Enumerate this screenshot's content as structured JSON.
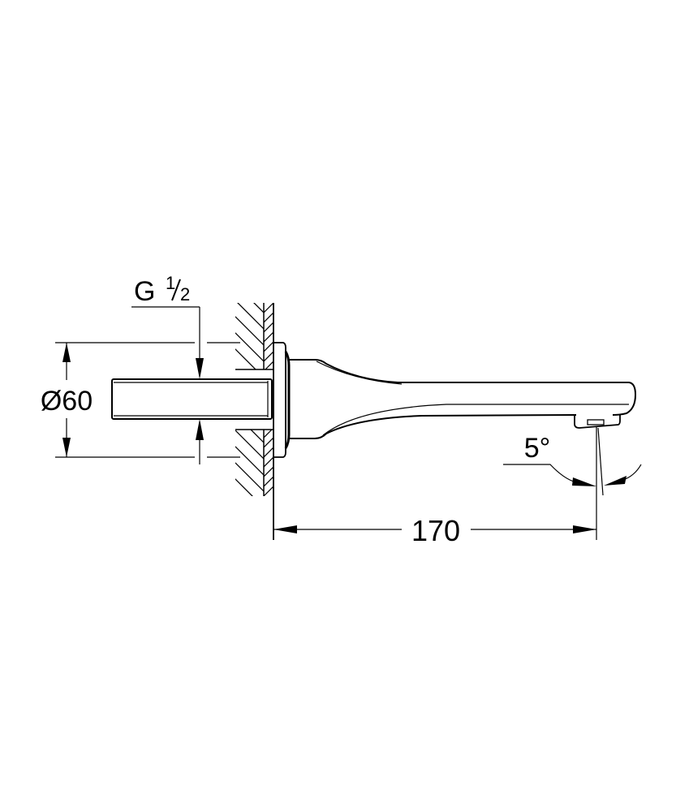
{
  "drawing": {
    "type": "technical-dimension-drawing",
    "subject": "wall-mounted bath spout",
    "colors": {
      "line": "#000000",
      "background": "#ffffff"
    },
    "dimensions": {
      "flange_diameter": {
        "symbol": "Ø",
        "value": "60",
        "label": "Ø60"
      },
      "thread": {
        "prefix": "G",
        "numerator": "1",
        "denominator": "2",
        "label": "G 1/2"
      },
      "projection": {
        "value": "170",
        "label": "170"
      },
      "outlet_angle": {
        "value": "5",
        "unit": "°",
        "label": "5°"
      }
    }
  }
}
